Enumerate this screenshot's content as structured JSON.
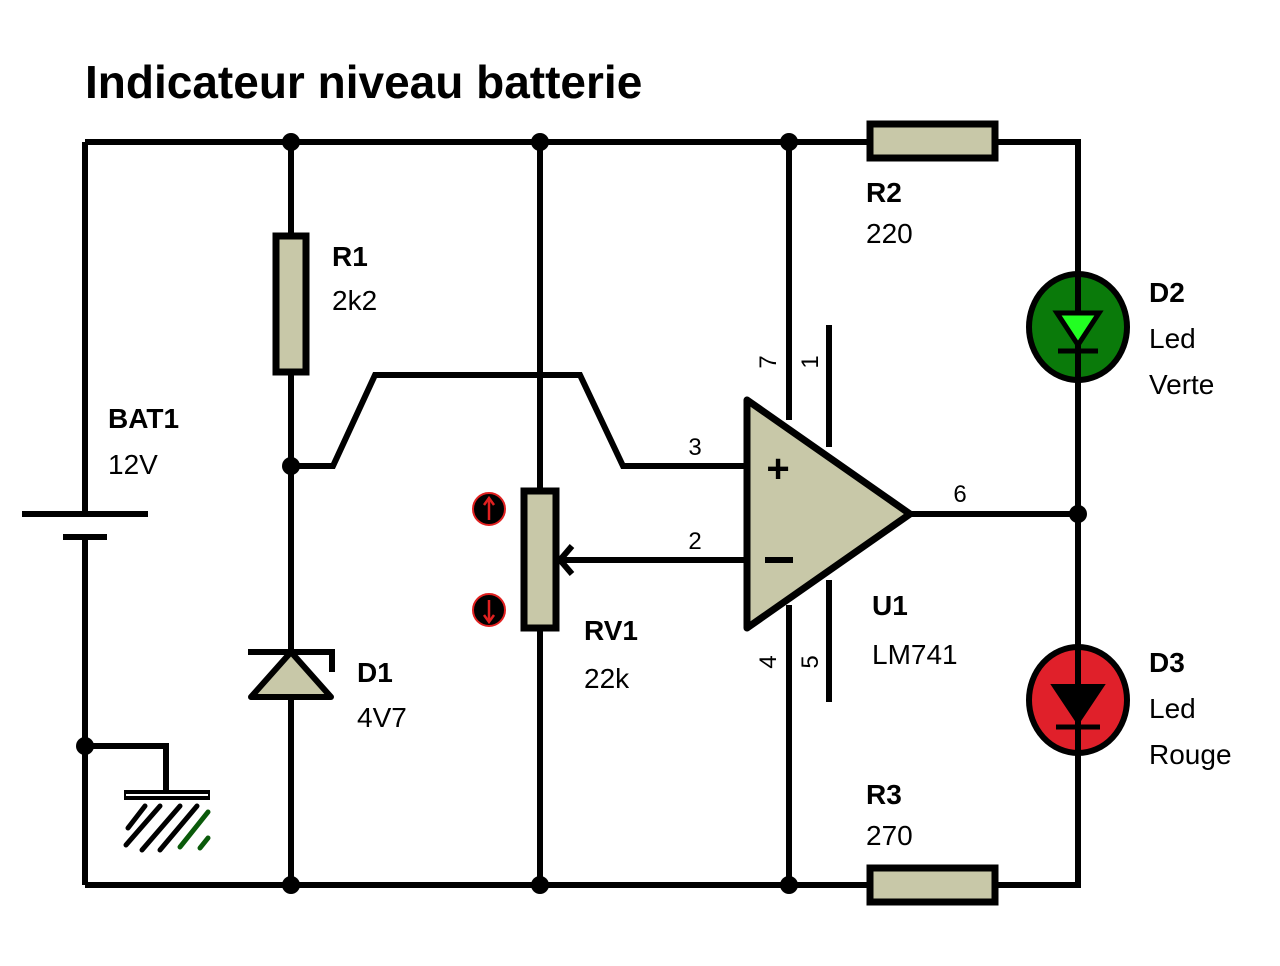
{
  "title": "Indicateur niveau batterie",
  "colors": {
    "component_fill": "#c8c8a8",
    "led_green_body": "#0a7a0a",
    "led_green_glyph": "#22ff22",
    "led_red_body": "#e0202a",
    "probe_red": "#e02020",
    "ground_green": "#0a5a0a"
  },
  "components": {
    "bat1": {
      "ref": "BAT1",
      "value": "12V"
    },
    "r1": {
      "ref": "R1",
      "value": "2k2"
    },
    "d1": {
      "ref": "D1",
      "value": "4V7"
    },
    "rv1": {
      "ref": "RV1",
      "value": "22k",
      "increment_icon": "arrow-up-icon",
      "decrement_icon": "arrow-down-icon"
    },
    "u1": {
      "ref": "U1",
      "value": "LM741",
      "plus_sign": "+",
      "minus_sign": "−"
    },
    "r2": {
      "ref": "R2",
      "value": "220"
    },
    "r3": {
      "ref": "R3",
      "value": "270"
    },
    "d2": {
      "ref": "D2",
      "value_line1": "Led",
      "value_line2": "Verte"
    },
    "d3": {
      "ref": "D3",
      "value_line1": "Led",
      "value_line2": "Rouge"
    }
  },
  "pins": {
    "p3": "3",
    "p2": "2",
    "p6": "6",
    "p7": "7",
    "p1": "1",
    "p4": "4",
    "p5": "5"
  }
}
